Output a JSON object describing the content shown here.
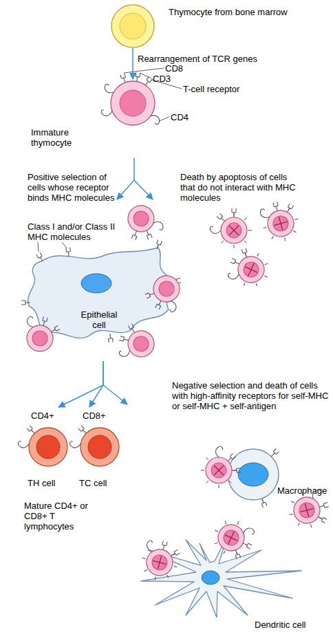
{
  "diagram": {
    "nodes": [
      {
        "text": [
          "Thymocyte from bone marrow"
        ]
      },
      {
        "text": [
          "Immature thymocyte"
        ]
      },
      {
        "text": [
          "Epithelial cell"
        ]
      },
      {
        "text": [
          "CD4+",
          "TH cell"
        ]
      },
      {
        "text": [
          "CD8+",
          "TC cell"
        ]
      },
      {
        "text": [
          "Macrophage"
        ]
      },
      {
        "text": [
          "Dendritic cell"
        ]
      }
    ],
    "edges": [
      {
        "from": 0,
        "to": 1,
        "arrow": "to",
        "label": "Rearrangement of TCR genes"
      },
      {
        "from": 1,
        "to": 2,
        "arrow": "to",
        "label": "Positive selection of cells whose receptor binds MHC molecules"
      },
      {
        "from": 2,
        "to": 3,
        "arrow": "to"
      },
      {
        "from": 2,
        "to": 4,
        "arrow": "to"
      }
    ],
    "labels": [
      "CD8",
      "CD3",
      "T-cell receptor",
      "CD4",
      "Death by apoptosis of cells that do not interact with MHC molecules",
      "Class I and/or Class II MHC molecules",
      "Negative selection and death of cells with high-affinity receptors for self-MHC or self-MHC + self-antigen",
      "Mature CD4+ or CD8+ T lymphocytes"
    ]
  }
}
